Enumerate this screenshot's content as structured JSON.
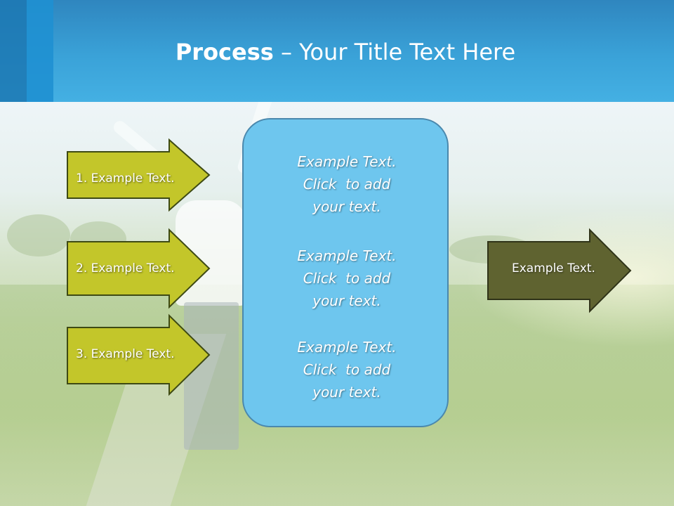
{
  "title": {
    "bold": "Process",
    "rest": " – Your Title Text Here"
  },
  "colors": {
    "header": "#3aa2d8",
    "input_arrow_fill": "#c3c62a",
    "input_arrow_stroke": "#3e4a14",
    "output_arrow_fill": "#5f6330",
    "output_arrow_stroke": "#2f3318",
    "center_box_fill": "#6ec6ee",
    "center_box_stroke": "#4a88ad"
  },
  "inputs": [
    {
      "label": "1. Example Text."
    },
    {
      "label": "2. Example Text."
    },
    {
      "label": "3. Example Text."
    }
  ],
  "center": {
    "paragraphs": [
      {
        "line1": "Example Text.",
        "line2": "Click  to add",
        "line3": "your text."
      },
      {
        "line1": "Example Text.",
        "line2": "Click  to add",
        "line3": "your text."
      },
      {
        "line1": "Example Text.",
        "line2": "Click  to add",
        "line3": "your text."
      }
    ]
  },
  "output": {
    "label": "Example Text."
  }
}
